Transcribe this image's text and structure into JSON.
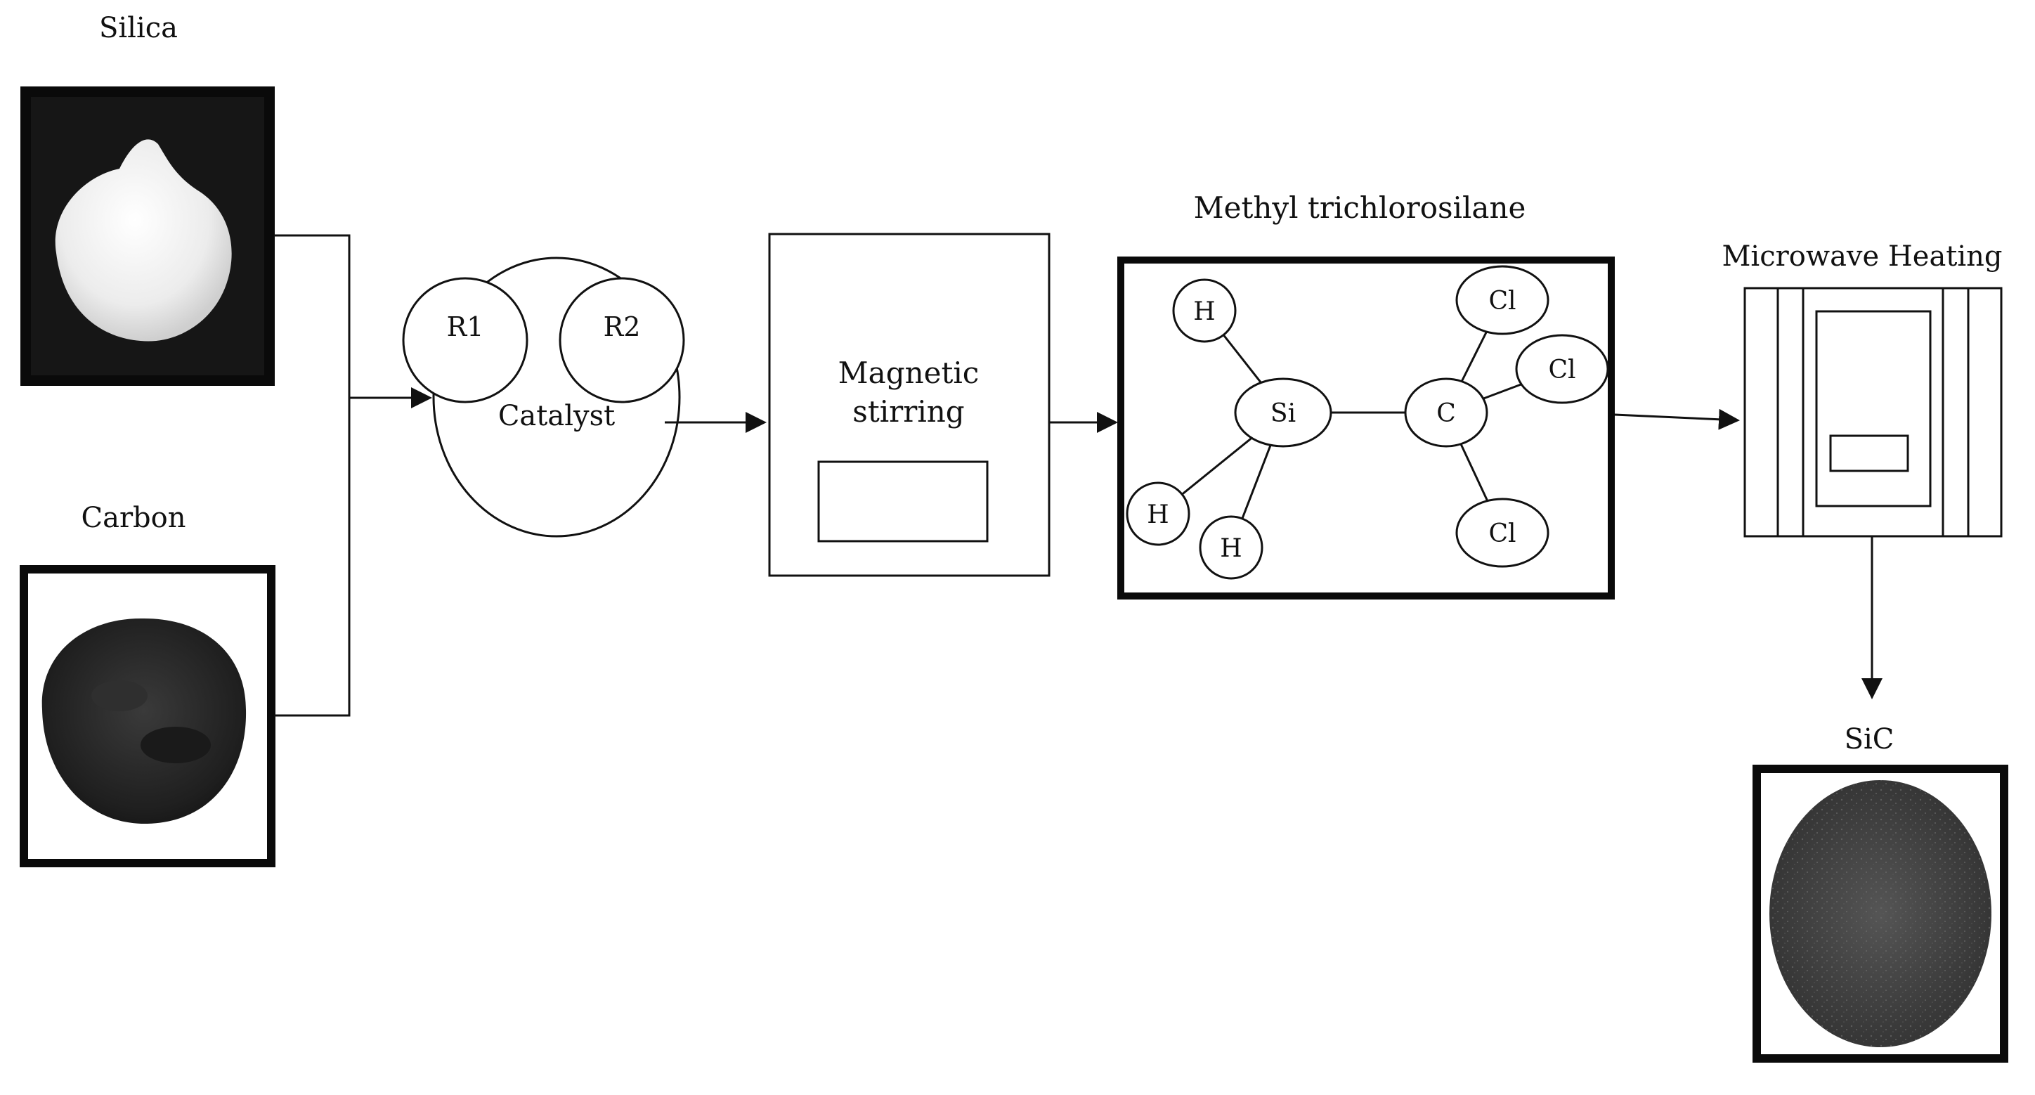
{
  "materials": {
    "silica": "Silica",
    "carbon": "Carbon",
    "sic": "SiC"
  },
  "catalyst": {
    "label": "Catalyst",
    "r1": "R1",
    "r2": "R2"
  },
  "stirrer": {
    "line1": "Magnetic",
    "line2": "stirring"
  },
  "molecule": {
    "title": "Methyl trichlorosilane",
    "si": "Si",
    "c": "C",
    "h1": "H",
    "h2": "H",
    "h3": "H",
    "cl1": "Cl",
    "cl2": "Cl",
    "cl3": "Cl"
  },
  "heater": {
    "title": "Microwave Heating"
  },
  "colors": {
    "line": "#111111",
    "silica_powder": "#f2f2f2",
    "carbon_powder": "#262626",
    "sic_powder": "#3a3a3a"
  }
}
